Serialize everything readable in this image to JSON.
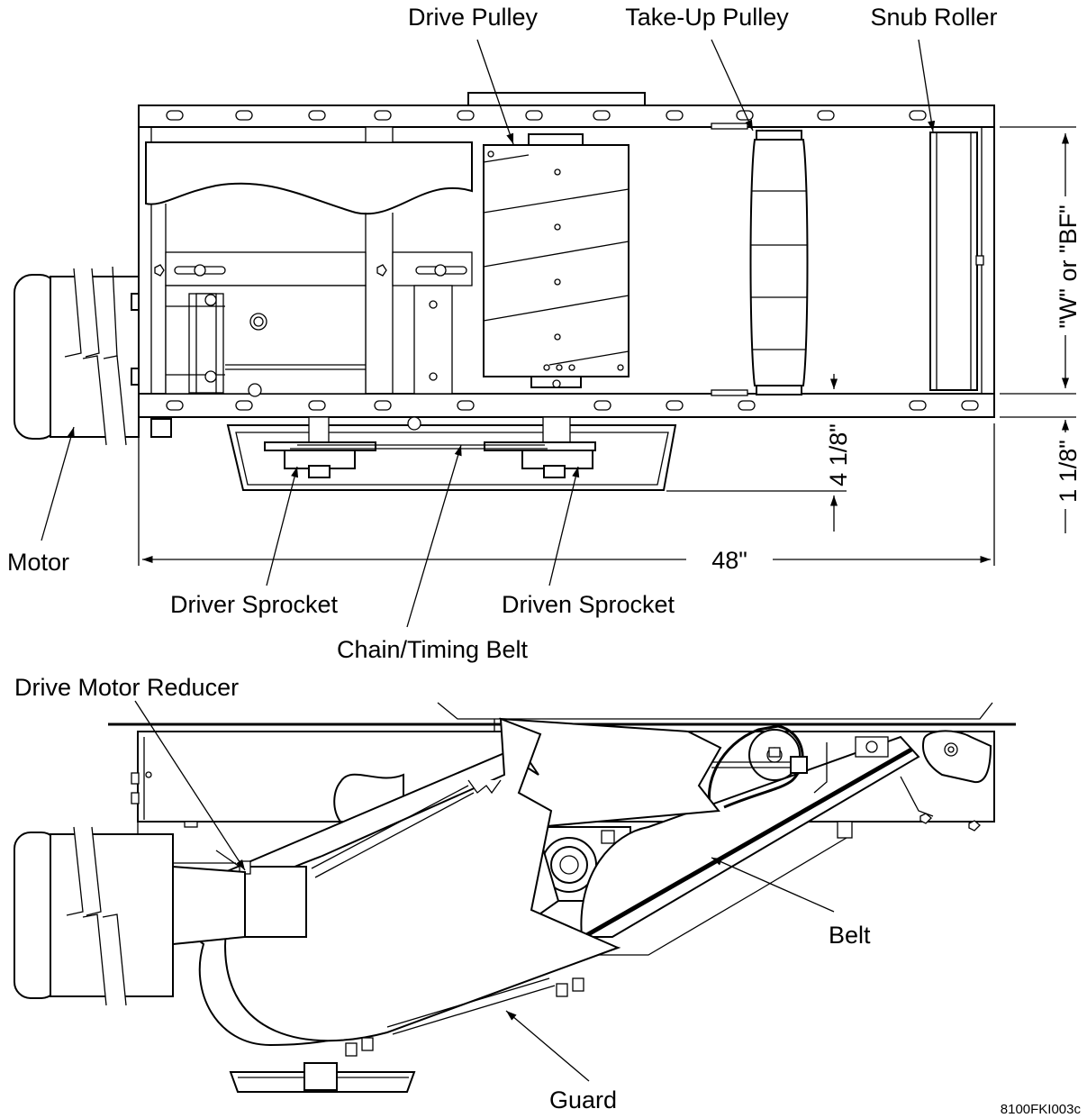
{
  "labels": {
    "drive_pulley": "Drive Pulley",
    "take_up_pulley": "Take-Up Pulley",
    "snub_roller": "Snub Roller",
    "motor": "Motor",
    "driver_sprocket": "Driver Sprocket",
    "driven_sprocket": "Driven Sprocket",
    "chain_timing_belt": "Chain/Timing Belt",
    "drive_motor_reducer": "Drive Motor Reducer",
    "belt": "Belt",
    "guard": "Guard"
  },
  "dimensions": {
    "width": "\"W\" or \"BF\"",
    "length": "48\"",
    "offset_a": "4 1/8\"",
    "offset_b": "1 1/8\""
  },
  "drawing_id": "8100FKI003c"
}
